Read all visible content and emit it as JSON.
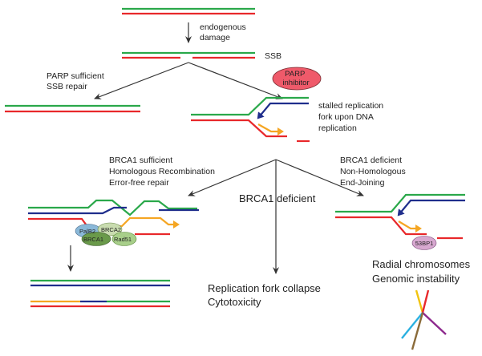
{
  "labels": {
    "endogenous_damage": [
      "endogenous",
      "damage"
    ],
    "ssb": "SSB",
    "parp_sufficient": [
      "PARP sufficient",
      "SSB repair"
    ],
    "parp_inhibitor": [
      "PARP",
      "inhibitor"
    ],
    "stalled_replication": [
      "stalled replication",
      "fork upon DNA",
      "replication"
    ],
    "brca1_sufficient": [
      "BRCA1 sufficient",
      "Homologous Recombination",
      "Error-free repair"
    ],
    "brca1_deficient_center": "BRCA1 deficient",
    "brca1_deficient_right": [
      "BRCA1 deficient",
      "Non-Homologous",
      "End-Joining"
    ],
    "proteins": {
      "palb2": "PalB2",
      "brca2": "BRCA2",
      "brca1": "BRCA1",
      "rad51": "Rad51",
      "53bp1": "53BP1"
    },
    "replication_fork_collapse": [
      "Replication fork collapse",
      "Cytotoxicity"
    ],
    "radial_chromosomes": [
      "Radial chromosomes",
      "Genomic instability"
    ]
  },
  "colors": {
    "green_strand": "#2aa84a",
    "red_strand": "#e8282b",
    "blue_strand": "#1f2e8c",
    "orange_strand": "#f5a623",
    "parp_inhibitor_fill": "#ef5a6a",
    "palb2_fill": "#8ab8d8",
    "brca2_fill": "#c9dcb0",
    "brca1_fill": "#6a9a4a",
    "rad51_fill": "#a8cf8a",
    "53bp1_fill": "#d7a8d0",
    "radial_blue": "#2ab0e0",
    "radial_yellow": "#f1c40f",
    "radial_red": "#e8282b",
    "radial_purple": "#8e2a8e",
    "radial_brown": "#8b6b3a"
  }
}
